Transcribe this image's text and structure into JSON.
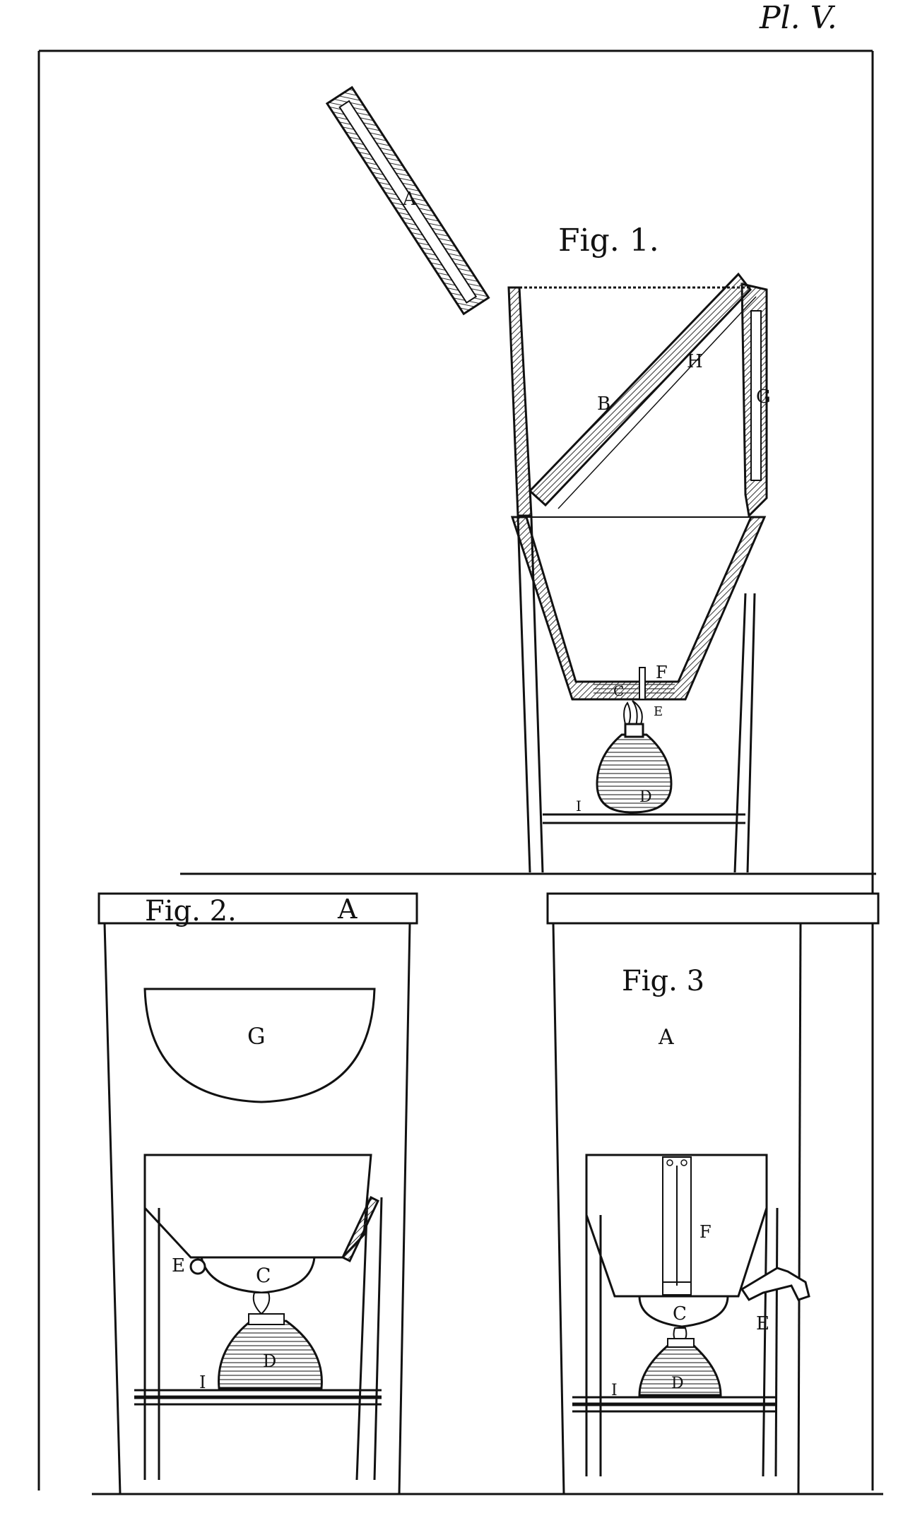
{
  "plate": {
    "number": "Pl. V."
  },
  "fig1": {
    "title": "Fig. 1.",
    "labels": {
      "A": "A",
      "B": "B",
      "H": "H",
      "G": "G",
      "F": "F",
      "C": "C",
      "E": "E",
      "D": "D",
      "I": "I"
    }
  },
  "fig2": {
    "title": "Fig. 2.",
    "labels": {
      "A": "A",
      "G": "G",
      "E": "E",
      "C": "C",
      "D": "D",
      "I": "I"
    }
  },
  "fig3": {
    "title": "Fig. 3",
    "labels": {
      "A": "A",
      "F": "F",
      "C": "C",
      "E": "E",
      "D": "D",
      "I": "I"
    }
  },
  "colors": {
    "ink": "#111111",
    "paper": "#ffffff",
    "hatch": "#444444"
  }
}
